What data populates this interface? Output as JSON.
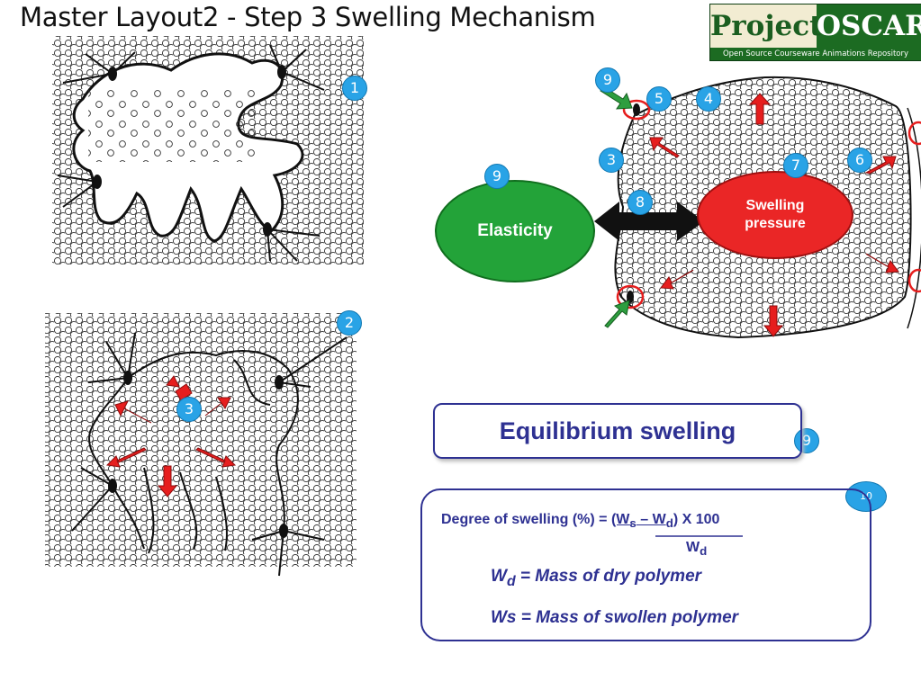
{
  "header": {
    "title": "Master Layout2 - Step 3 Swelling Mechanism"
  },
  "logo": {
    "word1": "Project",
    "word2": "OSCAR",
    "tagline": "Open Source Courseware Animations Repository"
  },
  "badges": {
    "b1": "1",
    "b2": "2",
    "b3a": "3",
    "b3b": "3",
    "b4": "4",
    "b5": "5",
    "b6": "6",
    "b7": "7",
    "b8": "8",
    "b9a": "9",
    "b9b": "9",
    "b9c": "9",
    "b10": "10"
  },
  "ovals": {
    "elasticity": "Elasticity",
    "swelling_line1": "Swelling",
    "swelling_line2": "pressure"
  },
  "equilibrium": {
    "label": "Equilibrium swelling"
  },
  "formula": {
    "lhs": "Degree of swelling (%) = ",
    "num_open": "(W",
    "num_s": "s",
    "num_mid": " – W",
    "num_d": "d",
    "num_close": ")",
    "times": " X 100",
    "den": "W",
    "den_sub": "d",
    "def1_var": "W",
    "def1_sub": "d",
    "def1_text": " = Mass of dry polymer",
    "def2": "Ws = Mass of swollen polymer"
  },
  "colors": {
    "badge": "#29a3e6",
    "elasticity": "#23a339",
    "swelling": "#ea2626",
    "box_border": "#2e3192",
    "arrow_red": "#e61e1e",
    "arrow_green": "#2e9e3f"
  }
}
